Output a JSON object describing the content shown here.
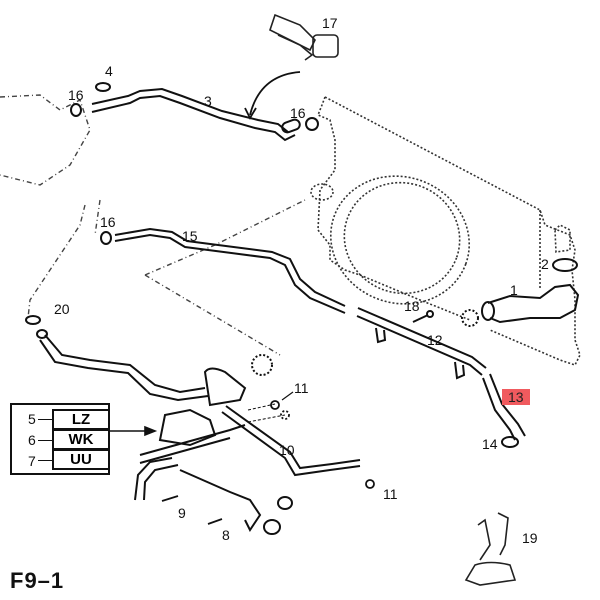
{
  "figure": {
    "label": "F9–1",
    "highlight_color": "#f05a5e"
  },
  "callouts": [
    {
      "id": "1",
      "label": "1",
      "part": "radiator-upper-hose"
    },
    {
      "id": "2",
      "label": "2",
      "part": "hose-clamp"
    },
    {
      "id": "3",
      "label": "3",
      "part": "heater-hose"
    },
    {
      "id": "4",
      "label": "4",
      "part": "connector"
    },
    {
      "id": "8",
      "label": "8",
      "part": "stud"
    },
    {
      "id": "9",
      "label": "9",
      "part": "bolt"
    },
    {
      "id": "10",
      "label": "10",
      "part": "bypass-pipe"
    },
    {
      "id": "11a",
      "label": "11",
      "part": "clamp"
    },
    {
      "id": "11b",
      "label": "11",
      "part": "clamp"
    },
    {
      "id": "12",
      "label": "12",
      "part": "coolant-pipe"
    },
    {
      "id": "13",
      "label": "13",
      "part": "hose",
      "highlighted": true
    },
    {
      "id": "14",
      "label": "14",
      "part": "clamp"
    },
    {
      "id": "15",
      "label": "15",
      "part": "hose"
    },
    {
      "id": "16a",
      "label": "16",
      "part": "clamp"
    },
    {
      "id": "16b",
      "label": "16",
      "part": "clamp"
    },
    {
      "id": "16c",
      "label": "16",
      "part": "clamp"
    },
    {
      "id": "17",
      "label": "17",
      "part": "bracket-clip"
    },
    {
      "id": "18",
      "label": "18",
      "part": "bolt"
    },
    {
      "id": "19",
      "label": "19",
      "part": "bracket-clip"
    },
    {
      "id": "20",
      "label": "20",
      "part": "clamp"
    }
  ],
  "legend": {
    "rows": [
      {
        "num": "5",
        "code": "LZ"
      },
      {
        "num": "6",
        "code": "WK"
      },
      {
        "num": "7",
        "code": "UU"
      }
    ]
  }
}
